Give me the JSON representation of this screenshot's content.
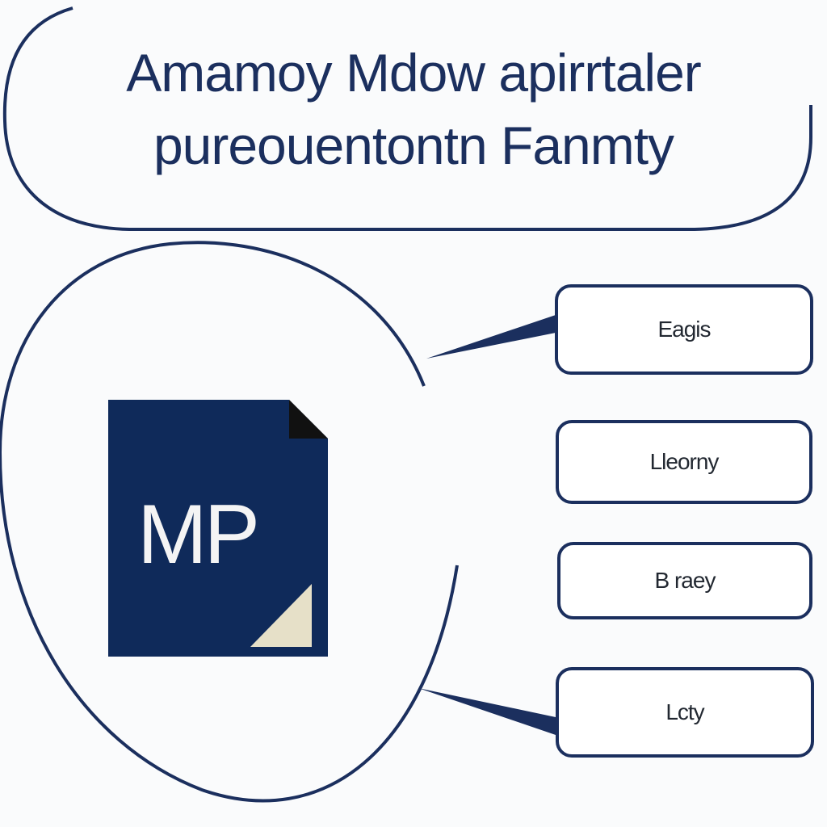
{
  "header": {
    "line1": "Amamoy Mdow apirrtaler",
    "line2": "pureouentontn Fanmty"
  },
  "document_icon": {
    "letters": "MP",
    "body_color": "#0f2a5a",
    "fold_color": "#111111",
    "corner_color": "#e6e0c8"
  },
  "labels": [
    {
      "text": "Eagis"
    },
    {
      "text": "Lleorny"
    },
    {
      "text": "B raey"
    },
    {
      "text": "Lcty"
    }
  ],
  "colors": {
    "stroke": "#1b2f5e",
    "text": "#1b2f5e",
    "background": "#fafbfc"
  }
}
